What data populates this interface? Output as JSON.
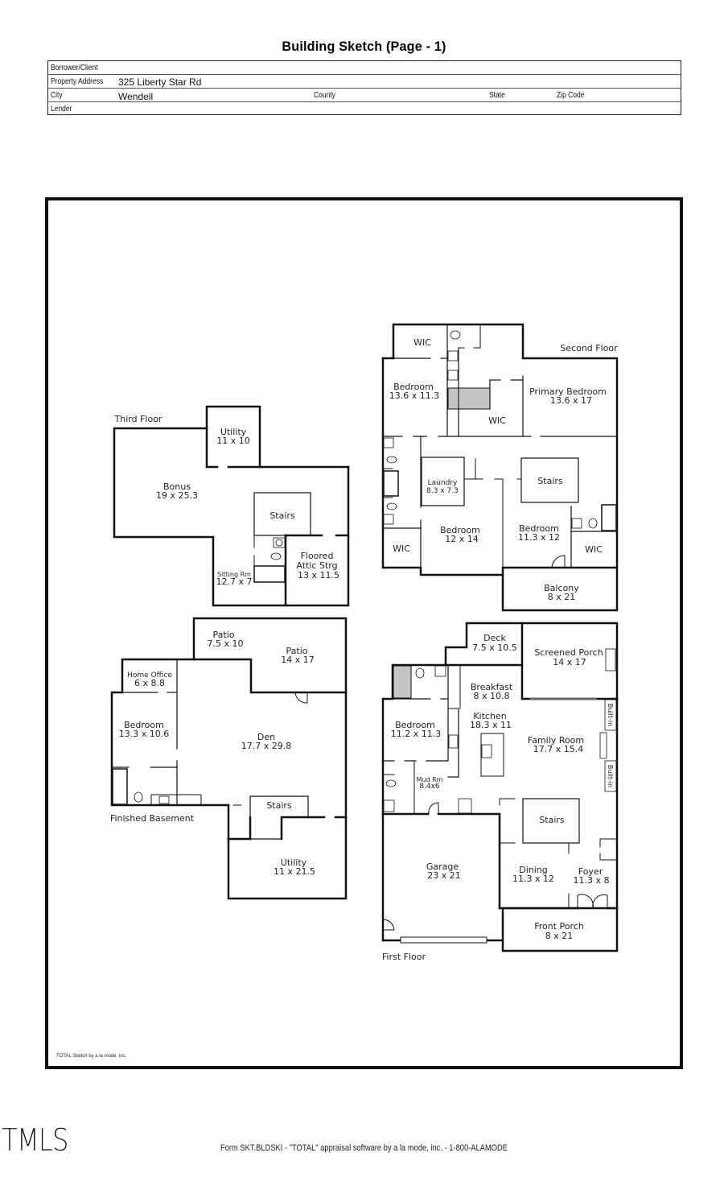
{
  "header": {
    "title": "Building Sketch (Page - 1)"
  },
  "info": {
    "borrower_label": "Borrower/Client",
    "borrower_value": "",
    "address_label": "Property Address",
    "address_value": "325 Liberty Star Rd",
    "city_label": "City",
    "city_value": "Wendell",
    "county_label": "County",
    "county_value": "",
    "state_label": "State",
    "state_value": "",
    "zip_label": "Zip Code",
    "zip_value": "",
    "lender_label": "Lender",
    "lender_value": ""
  },
  "floors": {
    "third": {
      "label": "Third Floor",
      "rooms": [
        {
          "name": "Utility",
          "dims": "11 x 10"
        },
        {
          "name": "Bonus",
          "dims": "19 x 25.3"
        },
        {
          "name": "Stairs",
          "dims": ""
        },
        {
          "name": "Sitting Rm",
          "dims": "12.7 x 7"
        },
        {
          "name": "Floored",
          "name2": "Attic Strg",
          "dims": "13 x 11.5"
        }
      ]
    },
    "second": {
      "label": "Second Floor",
      "rooms": [
        {
          "name": "WIC",
          "dims": ""
        },
        {
          "name": "Bedroom",
          "dims": "13.6 x 11.3"
        },
        {
          "name": "WIC",
          "dims": ""
        },
        {
          "name": "Primary Bedroom",
          "dims": "13.6 x 17"
        },
        {
          "name": "Laundry",
          "dims": "8.3 x 7.3"
        },
        {
          "name": "Stairs",
          "dims": ""
        },
        {
          "name": "Bedroom",
          "dims": "12 x 14"
        },
        {
          "name": "Bedroom",
          "dims": "11.3 x 12"
        },
        {
          "name": "WIC",
          "dims": ""
        },
        {
          "name": "WIC",
          "dims": ""
        },
        {
          "name": "Balcony",
          "dims": "8 x 21"
        }
      ]
    },
    "basement": {
      "label": "Finished Basement",
      "rooms": [
        {
          "name": "Patio",
          "dims": "7.5 x 10"
        },
        {
          "name": "Patio",
          "dims": "14 x 17"
        },
        {
          "name": "Home Office",
          "dims": "6 x 8.8"
        },
        {
          "name": "Bedroom",
          "dims": "13.3 x 10.6"
        },
        {
          "name": "Den",
          "dims": "17.7 x 29.8"
        },
        {
          "name": "Stairs",
          "dims": ""
        },
        {
          "name": "Utility",
          "dims": "11 x 21.5"
        }
      ]
    },
    "first": {
      "label": "First Floor",
      "rooms": [
        {
          "name": "Deck",
          "dims": "7.5 x 10.5"
        },
        {
          "name": "Screened Porch",
          "dims": "14 x 17"
        },
        {
          "name": "Breakfast",
          "dims": "8 x 10.8"
        },
        {
          "name": "Kitchen",
          "dims": "18.3 x 11"
        },
        {
          "name": "Bedroom",
          "dims": "11.2 x 11.3"
        },
        {
          "name": "Family Room",
          "dims": "17.7 x 15.4"
        },
        {
          "name": "Built-in",
          "dims": ""
        },
        {
          "name": "Built-in",
          "dims": ""
        },
        {
          "name": "Mud Rm",
          "dims": "8.4x6"
        },
        {
          "name": "Stairs",
          "dims": ""
        },
        {
          "name": "Garage",
          "dims": "23 x 21"
        },
        {
          "name": "Dining",
          "dims": "11.3 x 12"
        },
        {
          "name": "Foyer",
          "dims": "11.3 x 8"
        },
        {
          "name": "Front Porch",
          "dims": "8 x 21"
        }
      ]
    }
  },
  "sketch_credit": "TOTAL Sketch by a la mode, inc.",
  "watermark": "TMLS",
  "footer": "Form SKT.BLDSKI - \"TOTAL\" appraisal software by a la mode, inc. - 1-800-ALAMODE"
}
